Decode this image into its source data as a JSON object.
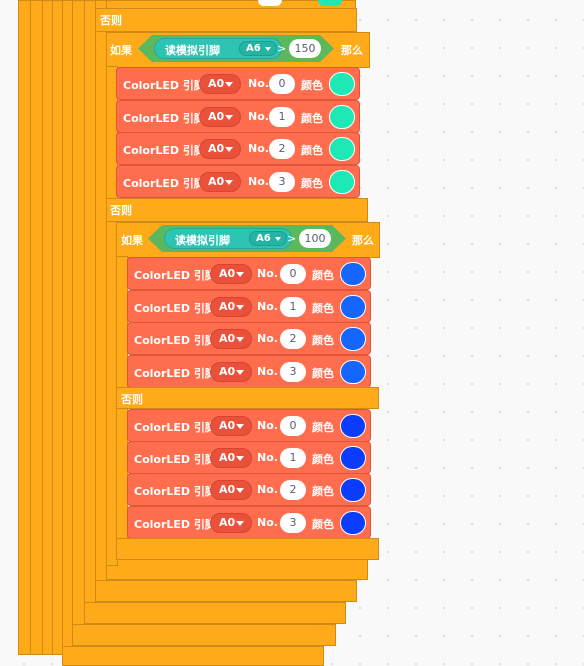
{
  "labels": {
    "else": "否则",
    "if": "如果",
    "then": "那么"
  },
  "sensor_label": "读模拟引脚",
  "condition_pin": "A6",
  "operator": ">",
  "led_prefix": "ColorLED 引脚",
  "led_pin": "A0",
  "no_label": "No.",
  "color_label": "颜色",
  "conditions": [
    {
      "threshold": "150"
    },
    {
      "threshold": "100"
    }
  ],
  "colors": {
    "cyan": "#1de9b6",
    "blue": "#1565ff",
    "dark_blue": "#0a3dff"
  },
  "group1": [
    {
      "no": "0",
      "color": "#1de9b6"
    },
    {
      "no": "1",
      "color": "#1de9b6"
    },
    {
      "no": "2",
      "color": "#1de9b6"
    },
    {
      "no": "3",
      "color": "#1de9b6"
    }
  ],
  "group2": [
    {
      "no": "0",
      "color": "#1565ff"
    },
    {
      "no": "1",
      "color": "#1565ff"
    },
    {
      "no": "2",
      "color": "#1565ff"
    },
    {
      "no": "3",
      "color": "#1565ff"
    }
  ],
  "group3": [
    {
      "no": "0",
      "color": "#0a3dff"
    },
    {
      "no": "1",
      "color": "#0a3dff"
    },
    {
      "no": "2",
      "color": "#0a3dff"
    },
    {
      "no": "3",
      "color": "#0a3dff"
    }
  ]
}
